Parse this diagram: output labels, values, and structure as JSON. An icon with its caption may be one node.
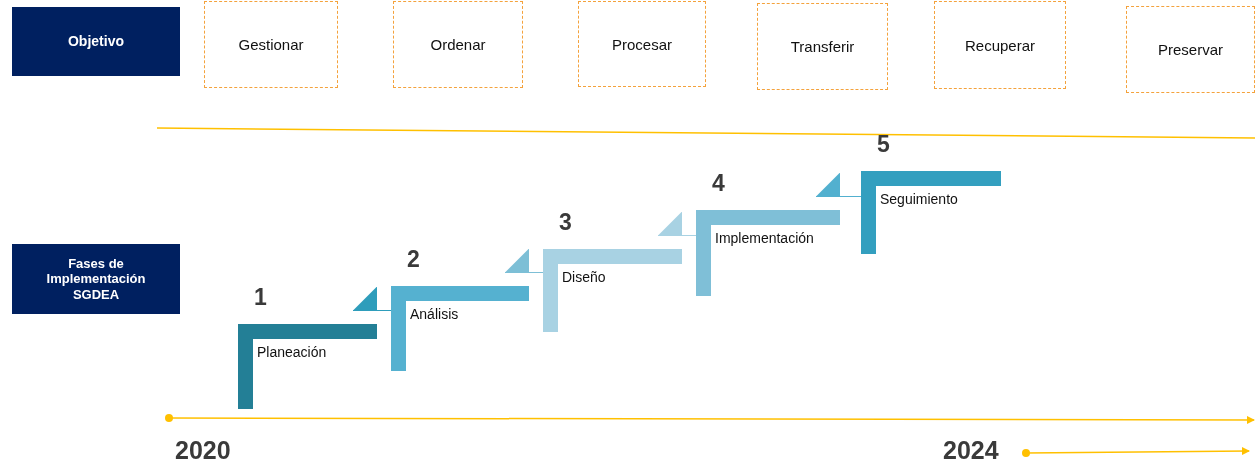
{
  "diagram": {
    "nodes": [
      {
        "text": [
          "Objetivo"
        ]
      },
      {
        "text": [
          "Gestionar"
        ]
      },
      {
        "text": [
          "Ordenar"
        ]
      },
      {
        "text": [
          "Procesar"
        ]
      },
      {
        "text": [
          "Transferir"
        ]
      },
      {
        "text": [
          "Recuperar"
        ]
      },
      {
        "text": [
          "Preservar"
        ]
      },
      {
        "text": [
          "Fases de Implementación SGDEA"
        ]
      },
      {
        "text": [
          "1",
          "Planeación"
        ]
      },
      {
        "text": [
          "2",
          "Análisis"
        ]
      },
      {
        "text": [
          "3",
          "Diseño"
        ]
      },
      {
        "text": [
          "4",
          "Implementación"
        ]
      },
      {
        "text": [
          "5",
          "Seguimiento"
        ]
      }
    ],
    "edges": [
      {
        "from": 9,
        "to": 8,
        "arrow": "to",
        "color": "#2e9dbb"
      },
      {
        "from": 10,
        "to": 9,
        "arrow": "to",
        "color": "#7dbfd6"
      },
      {
        "from": 11,
        "to": 10,
        "arrow": "to",
        "color": "#a8d2e3"
      },
      {
        "from": 12,
        "to": 11,
        "arrow": "to",
        "color": "#52b0cf"
      }
    ],
    "labels": [
      "2020",
      "2024"
    ]
  }
}
